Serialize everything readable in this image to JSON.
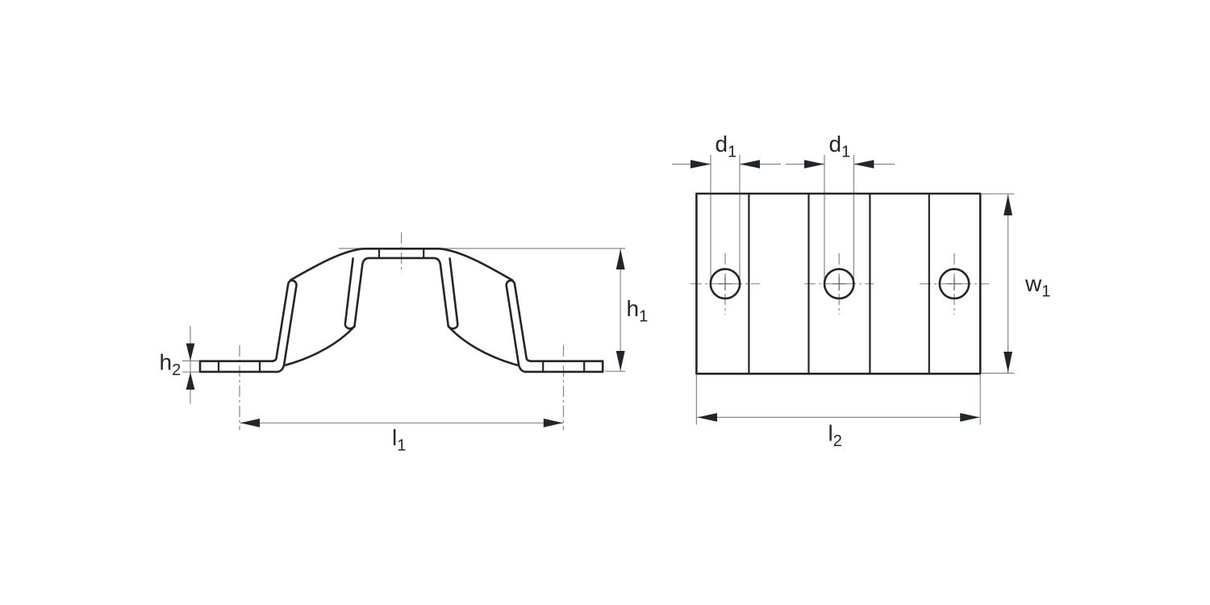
{
  "colors": {
    "background": "#ffffff",
    "outline": "#242528",
    "thin_line": "#85878a",
    "arrow": "#242528",
    "label": "#242528"
  },
  "side_view": {
    "labels": {
      "h1": {
        "base": "h",
        "sub": "1"
      },
      "h2": {
        "base": "h",
        "sub": "2"
      },
      "l1": {
        "base": "l",
        "sub": "1"
      }
    }
  },
  "top_view": {
    "hole_count": 3,
    "labels": {
      "d1_first": {
        "base": "d",
        "sub": "1"
      },
      "d1_second": {
        "base": "d",
        "sub": "1"
      },
      "w1": {
        "base": "w",
        "sub": "1"
      },
      "l2": {
        "base": "l",
        "sub": "2"
      }
    }
  }
}
